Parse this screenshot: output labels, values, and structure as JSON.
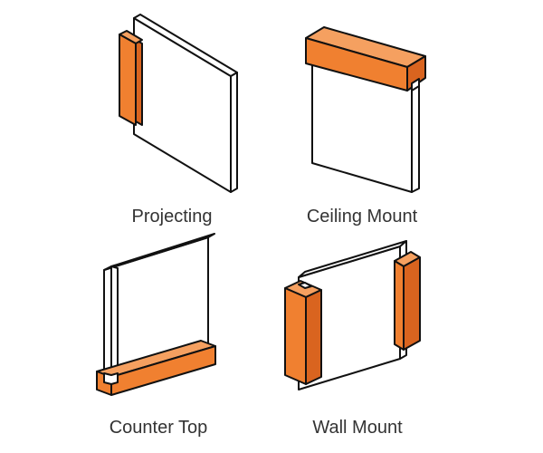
{
  "diagrams": [
    {
      "id": "projecting",
      "label": "Projecting"
    },
    {
      "id": "ceiling-mount",
      "label": "Ceiling Mount"
    },
    {
      "id": "counter-top",
      "label": "Counter Top"
    },
    {
      "id": "wall-mount",
      "label": "Wall Mount"
    }
  ],
  "colors": {
    "bracket_front": "#f08030",
    "bracket_top": "#f5a060",
    "bracket_side": "#d9641f",
    "outline": "#111111",
    "panel": "#ffffff",
    "label_text": "#333333"
  }
}
